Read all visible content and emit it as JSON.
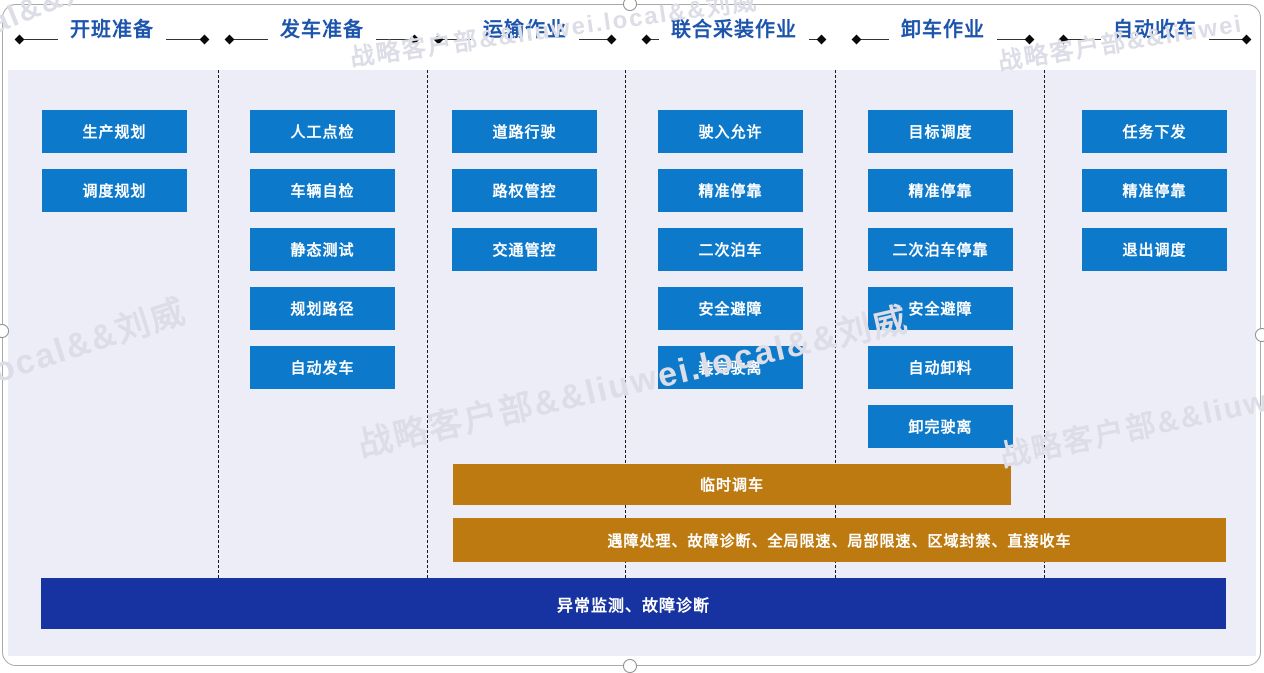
{
  "diagram": {
    "stages": [
      {
        "title": "开班准备",
        "tasks": [
          "生产规划",
          "调度规划"
        ]
      },
      {
        "title": "发车准备",
        "tasks": [
          "人工点检",
          "车辆自检",
          "静态测试",
          "规划路径",
          "自动发车"
        ]
      },
      {
        "title": "运输作业",
        "tasks": [
          "道路行驶",
          "路权管控",
          "交通管控"
        ]
      },
      {
        "title": "联合采装作业",
        "tasks": [
          "驶入允许",
          "精准停靠",
          "二次泊车",
          "安全避障",
          "装完驶离"
        ]
      },
      {
        "title": "卸车作业",
        "tasks": [
          "目标调度",
          "精准停靠",
          "二次泊车停靠",
          "安全避障",
          "自动卸料",
          "卸完驶离"
        ]
      },
      {
        "title": "自动收车",
        "tasks": [
          "任务下发",
          "精准停靠",
          "退出调度"
        ]
      }
    ],
    "overlay_bars": [
      {
        "label": "临时调车",
        "style": "orange"
      },
      {
        "label": "遇障处理、故障诊断、全局限速、局部限速、区域封禁、直接收车",
        "style": "orange"
      },
      {
        "label": "异常监测、故障诊断",
        "style": "dark-blue"
      }
    ]
  },
  "watermarks": [
    "local&&刘威",
    "战略客户部&&liuwei.local&&刘威",
    "战略客户部&&liuwei",
    "local&&刘威",
    "战略客户部&&liuwei.local&&刘威",
    "战略客户部&&liuwei"
  ],
  "colors": {
    "task_box": "#0d79cb",
    "overlay_orange": "#bd7a11",
    "overlay_dark_blue": "#1733a1",
    "stage_title": "#1d55ad",
    "panel_bg": "#ecedf7",
    "watermark": "#dcdde6"
  }
}
